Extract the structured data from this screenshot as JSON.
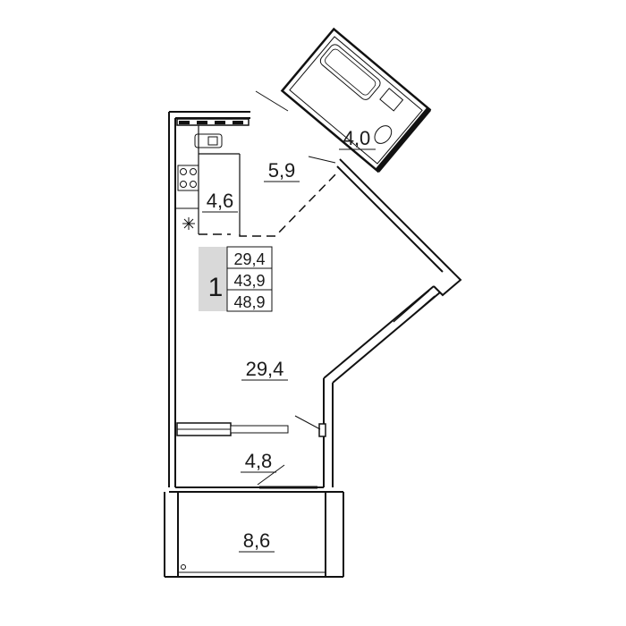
{
  "plan": {
    "rooms_count": "1",
    "areas": {
      "living": "29,4",
      "total": "43,9",
      "total_with_balcony": "48,9"
    },
    "room_labels": {
      "bathroom": "4,0",
      "hall": "5,9",
      "kitchen": "4,6",
      "living_room": "29,4",
      "loggia_inner": "4,8",
      "balcony": "8,6"
    }
  },
  "colors": {
    "wall": "#111111",
    "panel_fill": "#d9d9d9",
    "background": "#ffffff"
  }
}
